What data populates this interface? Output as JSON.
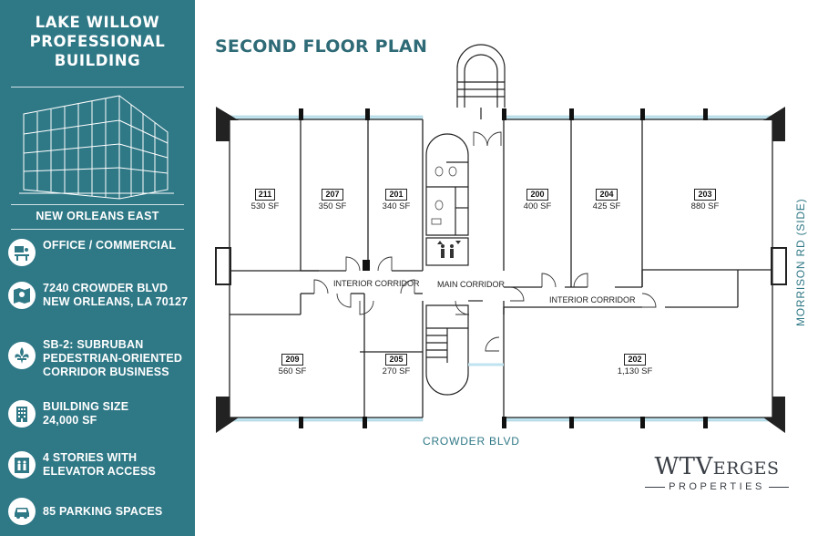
{
  "sidebar": {
    "title_lines": [
      "LAKE WILLOW",
      "PROFESSIONAL",
      "BUILDING"
    ],
    "area": "NEW ORLEANS EAST",
    "features": [
      {
        "icon": "office-desk-icon",
        "lines": [
          "OFFICE / COMMERCIAL"
        ]
      },
      {
        "icon": "map-location-icon",
        "lines": [
          "7240 CROWDER BLVD",
          "NEW ORLEANS, LA 70127"
        ]
      },
      {
        "icon": "fleur-de-lis-icon",
        "lines": [
          "SB-2: SUBRUBAN",
          "PEDESTRIAN-ORIENTED",
          "CORRIDOR BUSINESS"
        ]
      },
      {
        "icon": "building-icon",
        "lines": [
          "BUILDING SIZE",
          "24,000 SF"
        ]
      },
      {
        "icon": "elevator-icon",
        "lines": [
          "4 STORIES WITH",
          "ELEVATOR ACCESS"
        ]
      },
      {
        "icon": "car-icon",
        "lines": [
          "85 PARKING SPACES"
        ]
      }
    ]
  },
  "plan": {
    "title": "SECOND FLOOR PLAN",
    "units": [
      {
        "id": "211",
        "sf": "530 SF"
      },
      {
        "id": "207",
        "sf": "350 SF"
      },
      {
        "id": "201",
        "sf": "340 SF"
      },
      {
        "id": "200",
        "sf": "400 SF"
      },
      {
        "id": "204",
        "sf": "425 SF"
      },
      {
        "id": "203",
        "sf": "880 SF"
      },
      {
        "id": "209",
        "sf": "560 SF"
      },
      {
        "id": "205",
        "sf": "270 SF"
      },
      {
        "id": "202",
        "sf": "1,130 SF"
      }
    ],
    "corridors": {
      "interior_left": "INTERIOR CORRIDOR",
      "main": "MAIN CORRIDOR",
      "interior_right": "INTERIOR CORRIDOR"
    },
    "street_bottom": "CROWDER BLVD",
    "street_side": "MORRISON RD (SIDE)"
  },
  "logo": {
    "wt": "WT",
    "v": "V",
    "erges": "ERGES",
    "properties": "PROPERTIES"
  },
  "colors": {
    "sidebar_bg": "#2f7886",
    "title_teal": "#2f6b77",
    "window_blue": "#bfe3ef"
  }
}
